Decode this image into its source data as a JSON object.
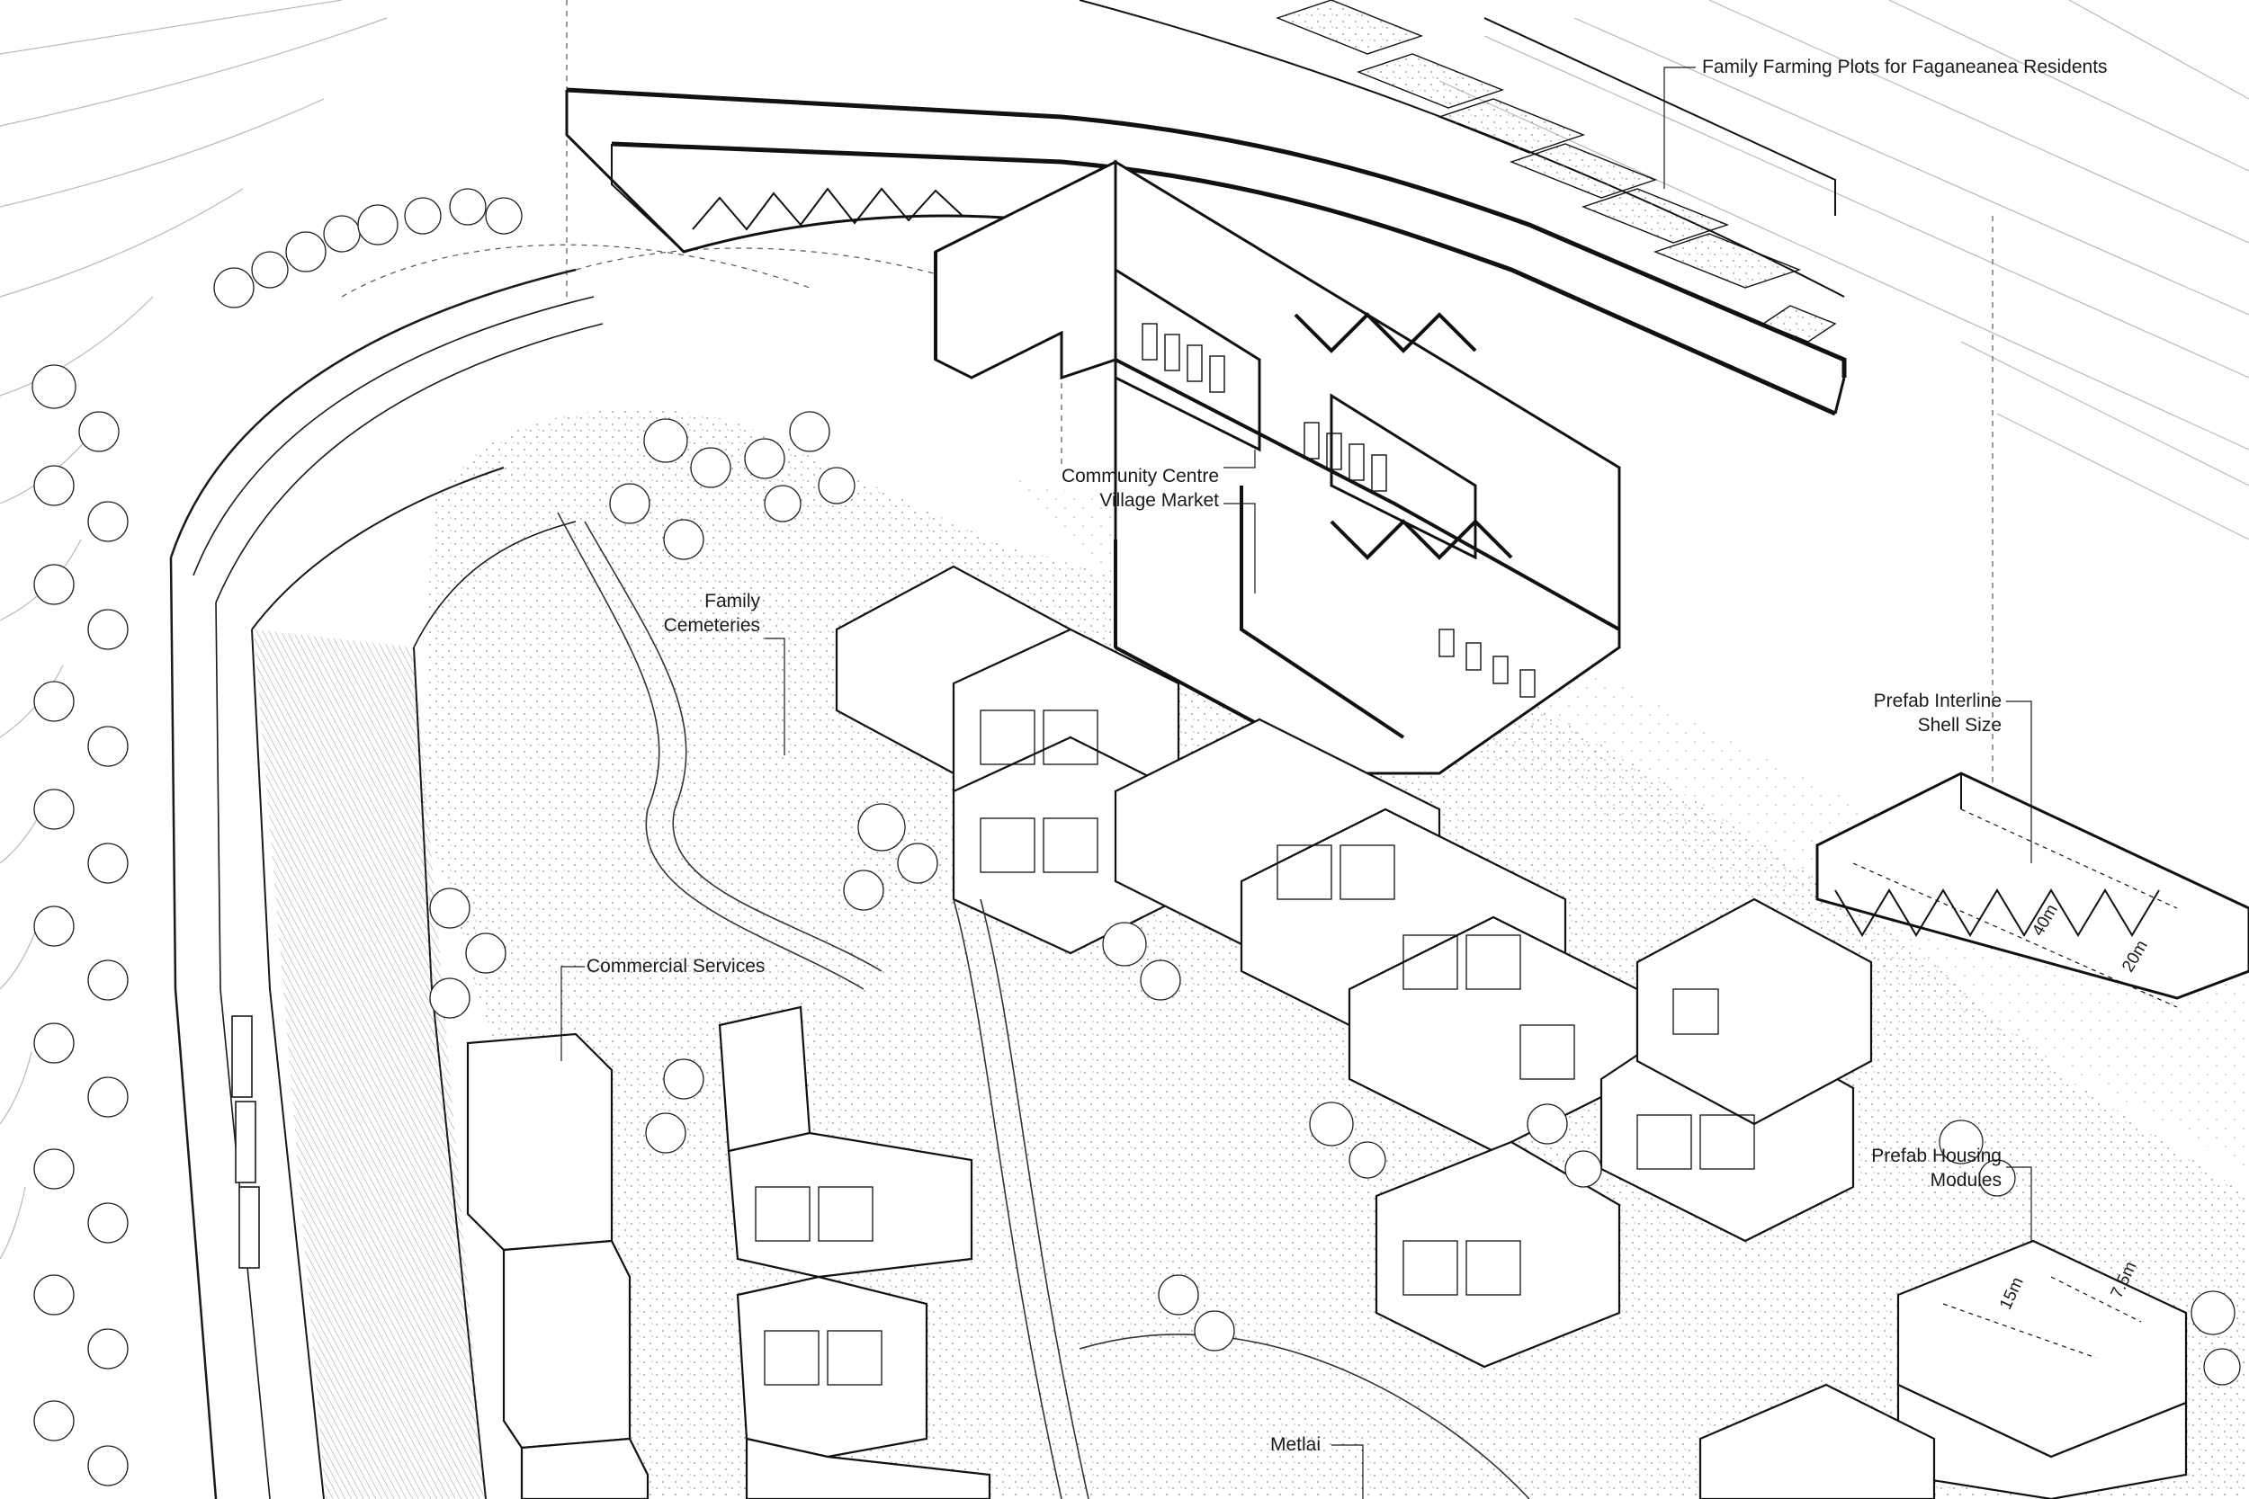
{
  "labels": {
    "farming_plots": "Family Farming Plots for Faganeanea Residents",
    "community_centre": "Community Centre",
    "village_market": "Village Market",
    "family_cemeteries_1": "Family",
    "family_cemeteries_2": "Cemeteries",
    "commercial_services": "Commercial Services",
    "prefab_interline_1": "Prefab Interline",
    "prefab_interline_2": "Shell Size",
    "prefab_housing_1": "Prefab Housing",
    "prefab_housing_2": "Modules",
    "metlai": "Metlai"
  },
  "dimensions": {
    "interline_length": "40m",
    "interline_width": "20m",
    "module_length": "15m",
    "module_width": "7.5m"
  },
  "colors": {
    "ink": "#1a1a1a",
    "paper": "#ffffff",
    "stipple": "#9a9a9a",
    "contour": "#b5b5b5"
  }
}
